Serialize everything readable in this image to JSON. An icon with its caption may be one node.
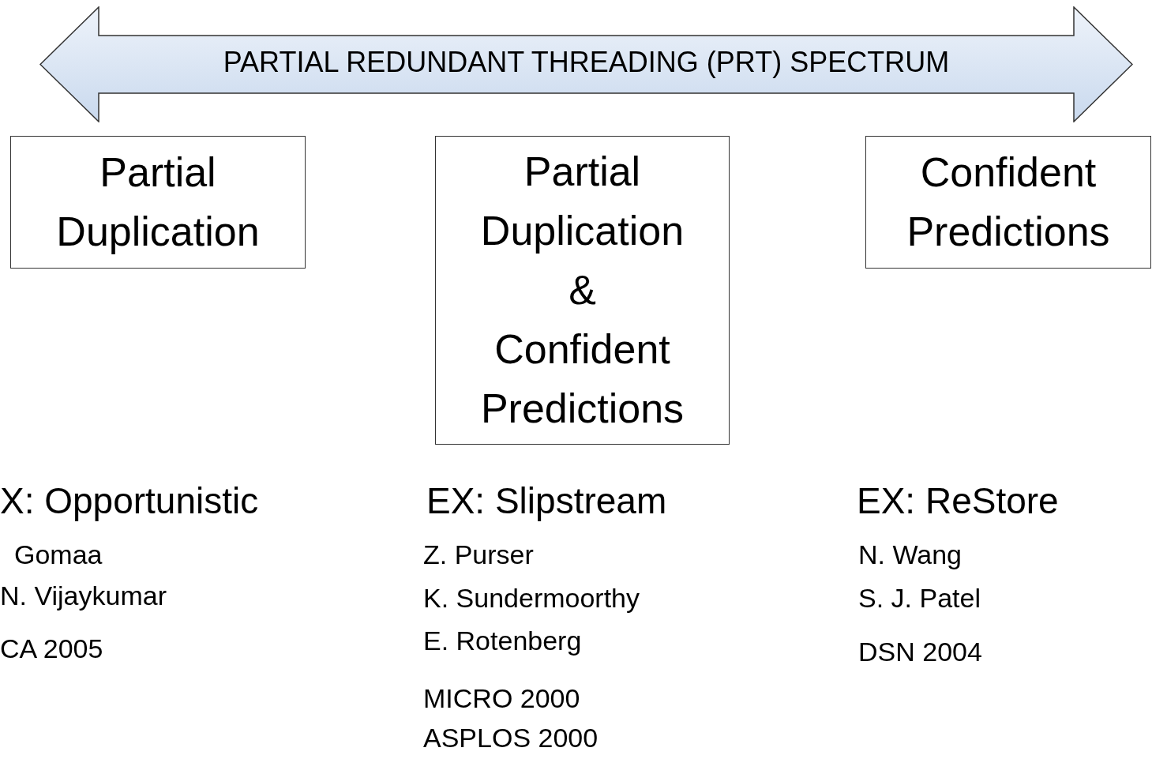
{
  "diagram": {
    "nodes": [
      {
        "text": [
          "PARTIAL REDUNDANT THREADING (PRT) SPECTRUM"
        ]
      },
      {
        "text": [
          "Partial Duplication"
        ]
      },
      {
        "text": [
          "Partial Duplication & Confident Predictions"
        ]
      },
      {
        "text": [
          "Confident Predictions"
        ]
      }
    ],
    "edges": [],
    "labels": [
      "X: Opportunistic",
      "Gomaa",
      "N. Vijaykumar",
      "CA 2005",
      "EX: Slipstream",
      "Z. Purser",
      "K. Sundermoorthy",
      "E. Rotenberg",
      "MICRO 2000",
      "ASPLOS 2000",
      "EX: ReStore",
      "N. Wang",
      "S. J. Patel",
      "DSN 2004"
    ]
  }
}
